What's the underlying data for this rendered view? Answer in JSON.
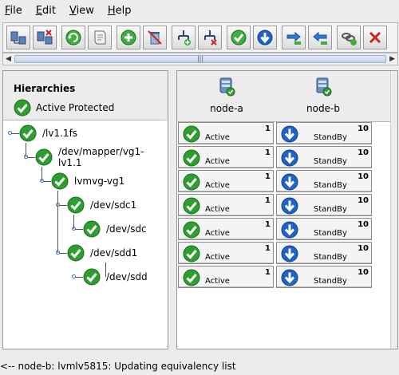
{
  "menu": [
    {
      "label": "File",
      "mnemonic": "F",
      "rest": "ile"
    },
    {
      "label": "Edit",
      "mnemonic": "E",
      "rest": "dit"
    },
    {
      "label": "View",
      "mnemonic": "V",
      "rest": "iew"
    },
    {
      "label": "Help",
      "mnemonic": "H",
      "rest": "elp"
    }
  ],
  "toolbar_icons": [
    "connect-server-icon",
    "disconnect-server-icon",
    "refresh-icon",
    "script-icon",
    "add-icon",
    "delete-icon",
    "create-resource-icon",
    "delete-resource-icon",
    "in-service-icon",
    "out-of-service-icon",
    "extend-icon",
    "unextend-icon",
    "add-dependency-icon",
    "remove-dependency-icon"
  ],
  "hierarchies": {
    "title": "Hierarchies",
    "status_label": "Active Protected",
    "tree": [
      {
        "label": "/lv1.1fs",
        "level": 0
      },
      {
        "label": "/dev/mapper/vg1-lv1.1",
        "level": 1
      },
      {
        "label": "lvmvg-vg1",
        "level": 2
      },
      {
        "label": "/dev/sdc1",
        "level": 3
      },
      {
        "label": "/dev/sdc",
        "level": 4
      },
      {
        "label": "/dev/sdd1",
        "level": 3
      },
      {
        "label": "/dev/sdd",
        "level": 4
      }
    ]
  },
  "servers": [
    {
      "name": "node-a"
    },
    {
      "name": "node-b"
    }
  ],
  "rows": [
    {
      "a_state": "Active",
      "a_priority": "1",
      "b_state": "StandBy",
      "b_priority": "10"
    },
    {
      "a_state": "Active",
      "a_priority": "1",
      "b_state": "StandBy",
      "b_priority": "10"
    },
    {
      "a_state": "Active",
      "a_priority": "1",
      "b_state": "StandBy",
      "b_priority": "10"
    },
    {
      "a_state": "Active",
      "a_priority": "1",
      "b_state": "StandBy",
      "b_priority": "10"
    },
    {
      "a_state": "Active",
      "a_priority": "1",
      "b_state": "StandBy",
      "b_priority": "10"
    },
    {
      "a_state": "Active",
      "a_priority": "1",
      "b_state": "StandBy",
      "b_priority": "10"
    },
    {
      "a_state": "Active",
      "a_priority": "1",
      "b_state": "StandBy",
      "b_priority": "10"
    }
  ],
  "status_message": "<-- node-b: lvmlv5815: Updating equivalency list",
  "colors": {
    "active_green": "#2e9e2e",
    "standby_blue": "#1f63c6",
    "accent": "#3a6fb0"
  }
}
